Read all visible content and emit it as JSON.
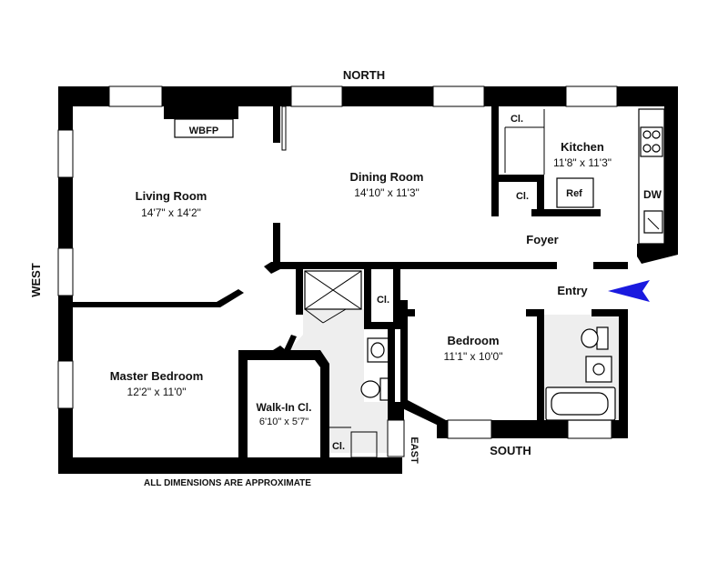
{
  "compass": {
    "north": "NORTH",
    "south": "SOUTH",
    "east": "EAST",
    "west": "WEST"
  },
  "rooms": {
    "living_room": {
      "name": "Living Room",
      "dims": "14'7\" x 14'2\""
    },
    "dining_room": {
      "name": "Dining Room",
      "dims": "14'10\" x 11'3\""
    },
    "kitchen": {
      "name": "Kitchen",
      "dims": "11'8\" x 11'3\""
    },
    "master_bedroom": {
      "name": "Master Bedroom",
      "dims": "12'2\" x 11'0\""
    },
    "bedroom": {
      "name": "Bedroom",
      "dims": "11'1\" x 10'0\""
    },
    "walk_in_closet": {
      "name": "Walk-In Cl.",
      "dims": "6'10\" x 5'7\""
    }
  },
  "labels": {
    "wbfp": "WBFP",
    "foyer": "Foyer",
    "entry": "Entry",
    "ref": "Ref",
    "dw": "DW",
    "closet_kitchen_top": "Cl.",
    "closet_kitchen_bottom": "Cl.",
    "closet_hall": "Cl.",
    "closet_bath": "Cl."
  },
  "footer": {
    "note": "ALL DIMENSIONS ARE APPROXIMATE"
  },
  "colors": {
    "wall": "#000000",
    "bath_floor": "#eeeeee",
    "entry_arrow": "#1a1adf"
  }
}
